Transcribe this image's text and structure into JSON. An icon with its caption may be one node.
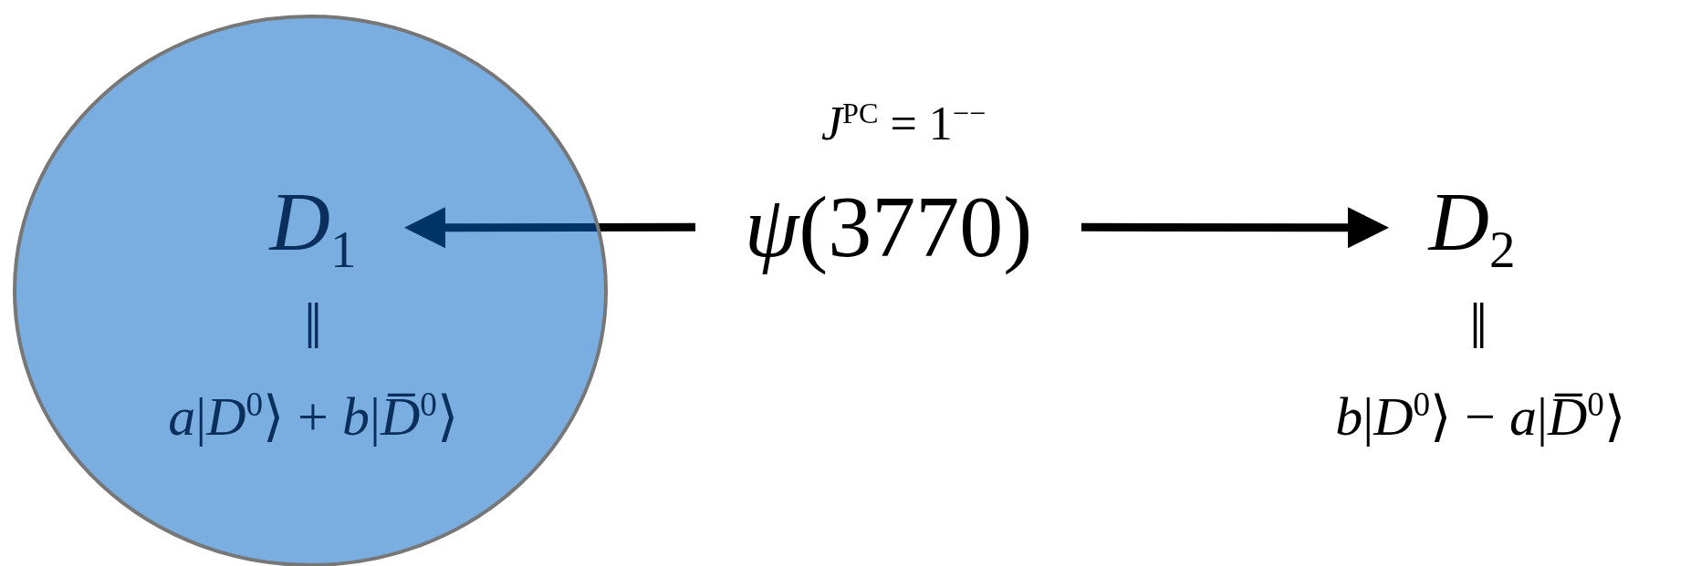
{
  "diagram": {
    "nodes": [
      {
        "text": [],
        "shape": "circle"
      },
      {
        "text": [
          "*D*$_{1}$"
        ],
        "in": 0,
        "beside": [
          "‖",
          "*a*|*D*$^{0}$⟩ + *b*|*D̅*$^{0}$⟩"
        ]
      },
      {
        "text": [
          "*ψ*(3770)"
        ],
        "beside": [
          "*J*$^{PC}$ = 1$^{−−}$"
        ]
      },
      {
        "text": [
          "*D*$_{2}$"
        ],
        "beside": [
          "‖",
          "*b*|*D*$^{0}$⟩ − *a*|*D̅*$^{0}$⟩"
        ]
      }
    ],
    "edges": [
      {
        "from": 2,
        "to": 1,
        "arrow": "to"
      },
      {
        "from": 2,
        "to": 3,
        "arrow": "to"
      }
    ]
  }
}
